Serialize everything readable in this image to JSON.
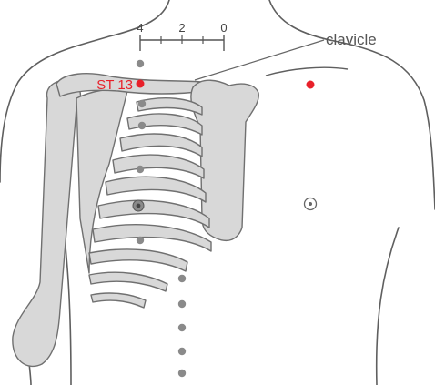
{
  "labels": {
    "scale_4": "4",
    "scale_2": "2",
    "scale_0": "0",
    "clavicle": "clavicle",
    "point_name": "ST 13"
  },
  "colors": {
    "accent_point": "#e8202a",
    "outline": "#5a5a5a",
    "bone_fill": "#d9d9d9",
    "marker_gray": "#8a8a8a"
  }
}
